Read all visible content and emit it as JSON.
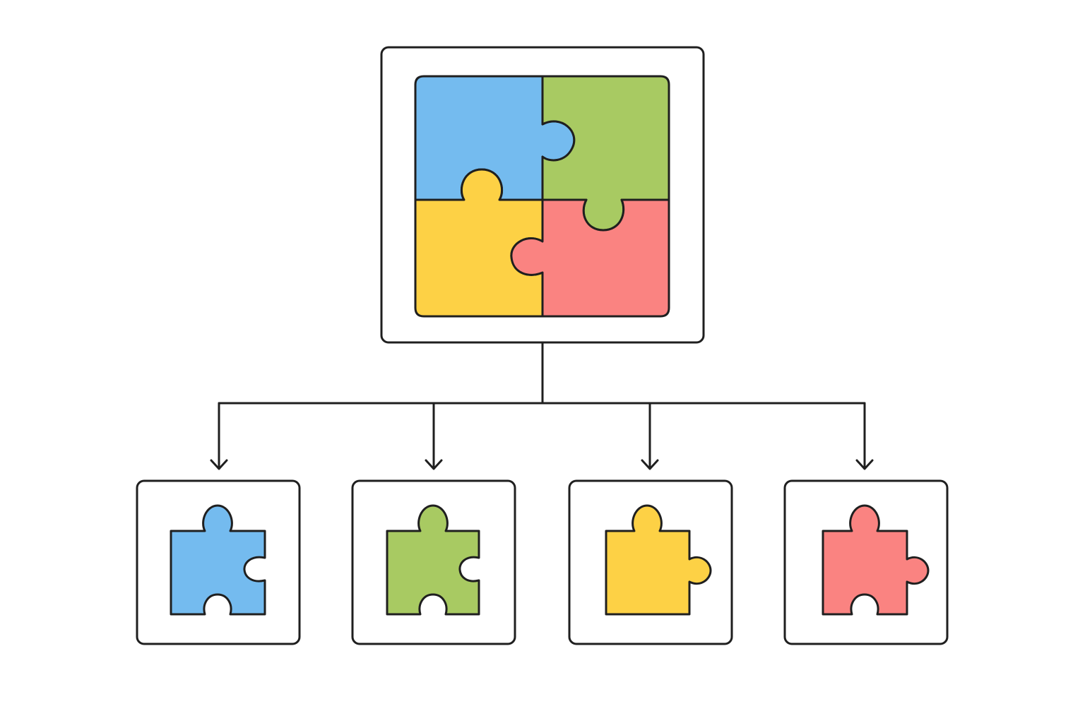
{
  "colors": {
    "background": "#ffffff",
    "outline": "#1f1f1f",
    "blue": "#74bbef",
    "green": "#a8ca62",
    "yellow": "#fdd145",
    "red": "#fa8381"
  },
  "top_puzzle": {
    "pieces": [
      {
        "name": "blue",
        "icon": "puzzle-piece-blue-icon"
      },
      {
        "name": "green",
        "icon": "puzzle-piece-green-icon"
      },
      {
        "name": "yellow",
        "icon": "puzzle-piece-yellow-icon"
      },
      {
        "name": "red",
        "icon": "puzzle-piece-red-icon"
      }
    ]
  },
  "children": [
    {
      "color": "blue",
      "icon": "puzzle-piece-blue-icon"
    },
    {
      "color": "green",
      "icon": "puzzle-piece-green-icon"
    },
    {
      "color": "yellow",
      "icon": "puzzle-piece-yellow-icon"
    },
    {
      "color": "red",
      "icon": "puzzle-piece-red-icon"
    }
  ]
}
